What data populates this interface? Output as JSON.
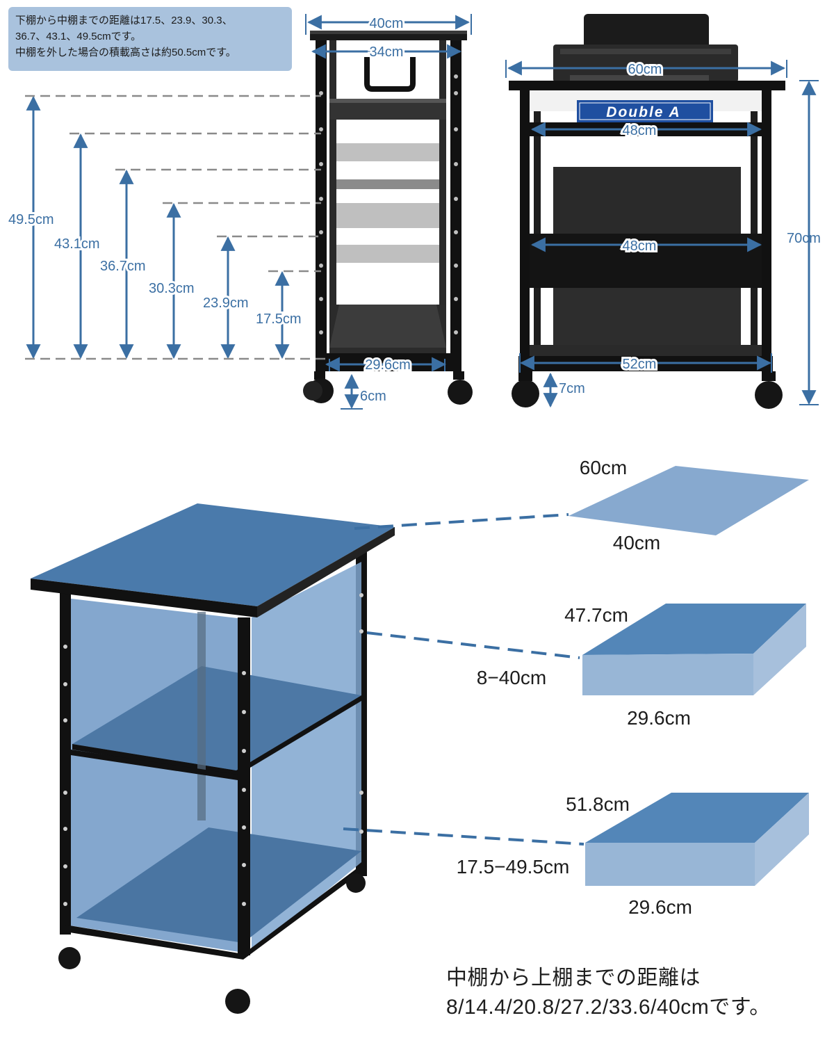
{
  "top_note": {
    "line1": "下棚から中棚までの距離は17.5、23.9、30.3、",
    "line2": "36.7、43.1、49.5cmです。",
    "line3": "中棚を外した場合の積載高さは約50.5cmです。"
  },
  "side_view": {
    "top_width": "40cm",
    "inner_width": "34cm",
    "base_width": "29.6cm",
    "caster_height": "6cm",
    "heights": [
      "49.5cm",
      "43.1cm",
      "36.7cm",
      "30.3cm",
      "23.9cm",
      "17.5cm"
    ]
  },
  "front_view": {
    "top_width": "60cm",
    "paper_logo": "Double A",
    "upper_inner_width": "48cm",
    "middle_inner_width": "48cm",
    "base_width": "52cm",
    "caster_height": "7cm",
    "total_height": "70cm"
  },
  "top_shelf": {
    "width": "60cm",
    "depth": "40cm"
  },
  "middle_shelf": {
    "width": "47.7cm",
    "height_range": "8−40cm",
    "depth": "29.6cm"
  },
  "lower_shelf": {
    "width": "51.8cm",
    "height_range": "17.5−49.5cm",
    "depth": "29.6cm"
  },
  "bottom_note": {
    "line1": "中棚から上棚までの距離は",
    "line2": "8/14.4/20.8/27.2/33.6/40cmです。"
  },
  "colors": {
    "dimension_blue": "#3b6fa3",
    "shelf_blue": "#4f7fae",
    "shelf_light": "#8eaed0",
    "frame_black": "#111111"
  }
}
